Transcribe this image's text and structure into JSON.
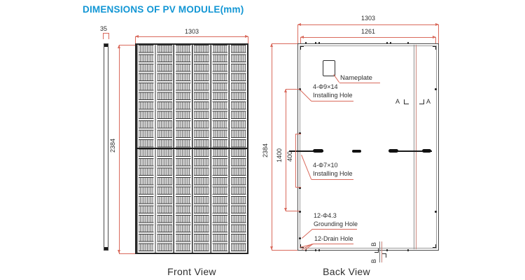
{
  "title": "DIMENSIONS OF PV MODULE(mm)",
  "colors": {
    "accent": "#1296d4",
    "dim_line": "#d96a5c",
    "panel_line": "#262626"
  },
  "views": {
    "front": {
      "label": "Front View",
      "width": "1303",
      "height": "2384",
      "thickness": "35"
    },
    "back": {
      "label": "Back View",
      "width_outer": "1303",
      "width_inner": "1261",
      "height": "2384",
      "mount_span": "1400",
      "mount_offset": "400",
      "callouts": {
        "nameplate": "Nameplate",
        "install_top_1": "4-Φ9×14",
        "install_top_2": "Installing Hole",
        "install_mid_1": "4-Φ7×10",
        "install_mid_2": "Installing Hole",
        "ground_1": "12-Φ4.3",
        "ground_2": "Grounding Hole",
        "drain": "12-Drain Hole"
      },
      "section_a": "A",
      "section_b": "B"
    }
  }
}
